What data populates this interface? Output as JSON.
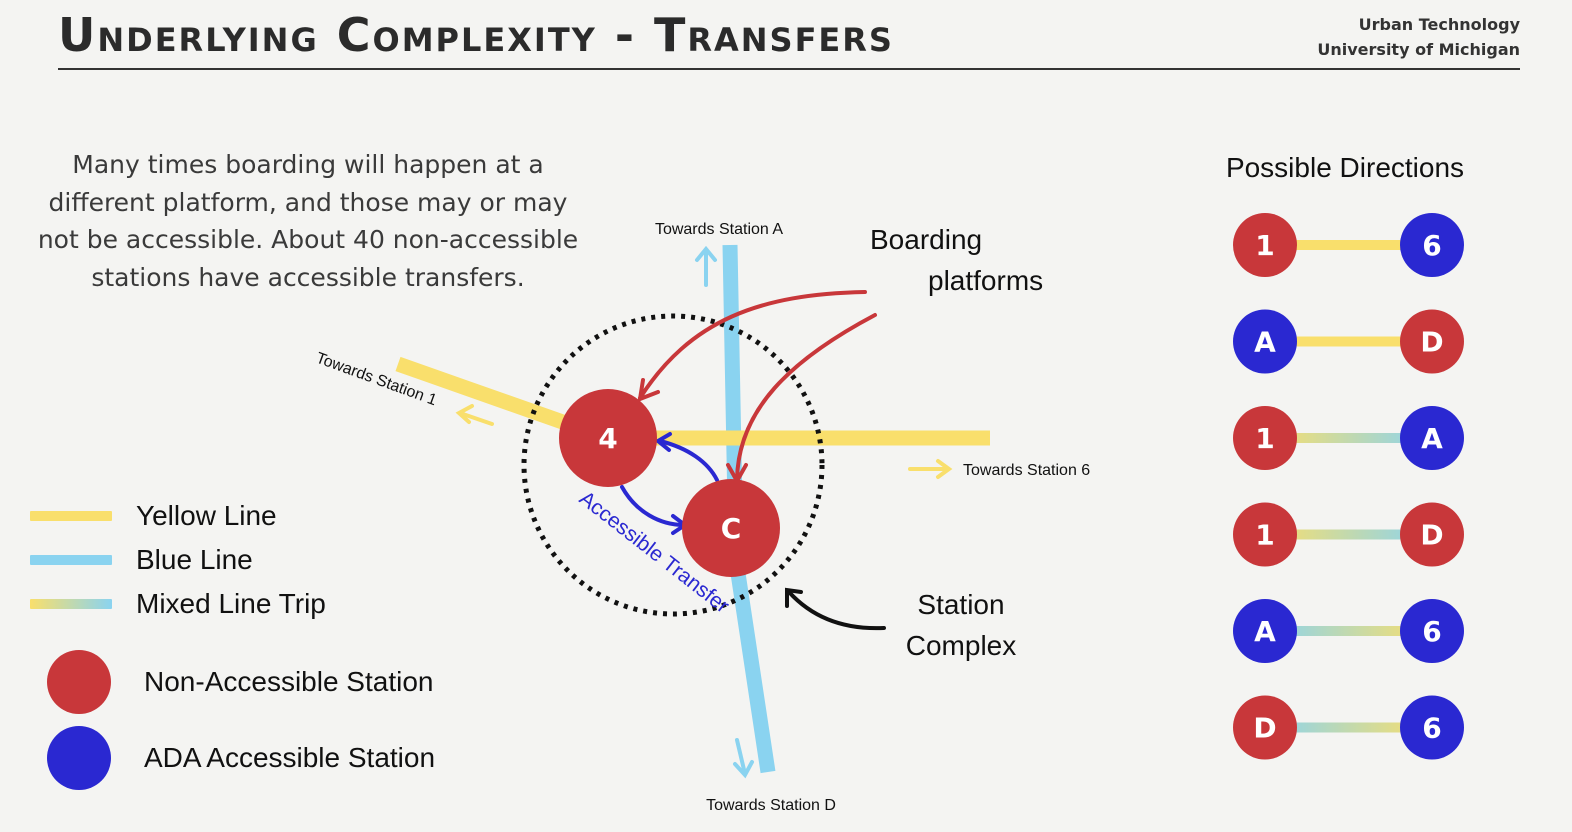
{
  "header": {
    "title": "Underlying Complexity - Transfers",
    "org_line1": "Urban Technology",
    "org_line2": "University of Michigan"
  },
  "intro_text": "Many times boarding will happen at a different platform, and those may or may not be accessible. About 40 non-accessible stations have accessible transfers.",
  "colors": {
    "yellow": "#f9df6c",
    "blue": "#8ad3f0",
    "red": "#c8373a",
    "ada_blue": "#2a28d1",
    "accessible_transfer": "#2a28d1"
  },
  "legend": {
    "yellow_line": "Yellow Line",
    "blue_line": "Blue Line",
    "mixed_line": "Mixed Line Trip",
    "non_accessible": "Non-Accessible Station",
    "ada_accessible": "ADA Accessible Station"
  },
  "diagram": {
    "towards_a": "Towards Station A",
    "towards_d": "Towards Station D",
    "towards_1": "Towards Station 1",
    "towards_6": "Towards Station 6",
    "station_4": "4",
    "station_c": "C",
    "accessible_transfer": "Accessible Transfer",
    "boarding_line1": "Boarding",
    "boarding_line2": "platforms",
    "complex_line1": "Station",
    "complex_line2": "Complex"
  },
  "directions": {
    "title": "Possible Directions",
    "pairs": [
      {
        "from": "1",
        "from_type": "non-accessible",
        "to": "6",
        "to_type": "ada",
        "line": "yellow"
      },
      {
        "from": "A",
        "from_type": "ada",
        "to": "D",
        "to_type": "non-accessible",
        "line": "yellow"
      },
      {
        "from": "1",
        "from_type": "non-accessible",
        "to": "A",
        "to_type": "ada",
        "line": "mixed"
      },
      {
        "from": "1",
        "from_type": "non-accessible",
        "to": "D",
        "to_type": "non-accessible",
        "line": "mixed"
      },
      {
        "from": "A",
        "from_type": "ada",
        "to": "6",
        "to_type": "ada",
        "line": "mixed-reverse"
      },
      {
        "from": "D",
        "from_type": "non-accessible",
        "to": "6",
        "to_type": "ada",
        "line": "mixed-reverse"
      }
    ]
  }
}
